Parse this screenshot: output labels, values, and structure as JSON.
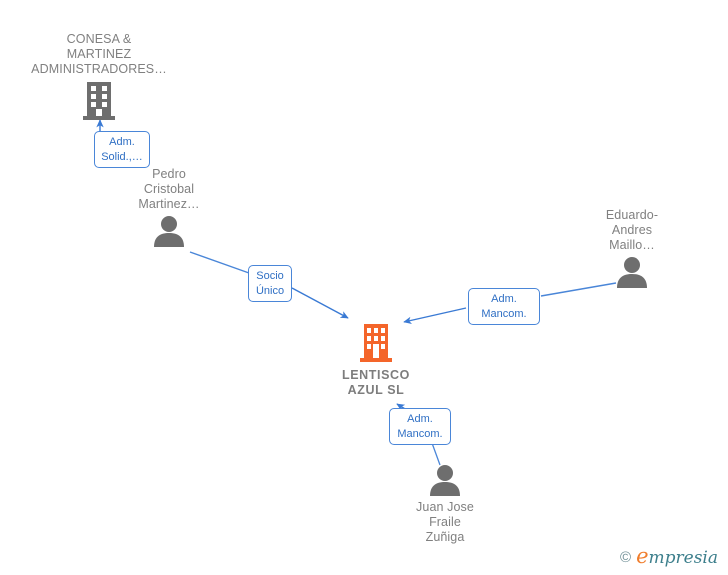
{
  "diagram": {
    "title_company": "LENTISCO AZUL  SL",
    "nodes": [
      {
        "id": "conesa",
        "type": "company",
        "label": "CONESA &\nMARTINEZ\nADMINISTRADORES…",
        "label_lines": [
          "CONESA &",
          "MARTINEZ",
          "ADMINISTRADORES…"
        ],
        "icon": "building-icon",
        "color": "#6e6e6e"
      },
      {
        "id": "pedro",
        "type": "person",
        "label_lines": [
          "Pedro",
          "Cristobal",
          "Martinez…"
        ],
        "icon": "person-icon",
        "color": "#6e6e6e"
      },
      {
        "id": "lentisco",
        "type": "company",
        "label_lines": [
          "LENTISCO",
          "AZUL  SL"
        ],
        "icon": "building-icon",
        "color": "#f4652a"
      },
      {
        "id": "eduardo",
        "type": "person",
        "label_lines": [
          "Eduardo-",
          "Andres",
          "Maillo…"
        ],
        "icon": "person-icon",
        "color": "#6e6e6e"
      },
      {
        "id": "juanjose",
        "type": "person",
        "label_lines": [
          "Juan Jose",
          "Fraile",
          "Zuñiga"
        ],
        "icon": "person-icon",
        "color": "#6e6e6e"
      }
    ],
    "edges": [
      {
        "id": "edge-conesa-pedro",
        "from": "pedro",
        "to": "conesa",
        "label_lines": [
          "Adm.",
          "Solid.,…"
        ],
        "color": "#4a86d8"
      },
      {
        "id": "edge-pedro-lentisco",
        "from": "pedro",
        "to": "lentisco",
        "label_lines": [
          "Socio",
          "Único"
        ],
        "color": "#4a86d8"
      },
      {
        "id": "edge-eduardo-lentisco",
        "from": "eduardo",
        "to": "lentisco",
        "label_lines": [
          "Adm.",
          "Mancom."
        ],
        "color": "#4a86d8"
      },
      {
        "id": "edge-juanjose-lentisco",
        "from": "juanjose",
        "to": "lentisco",
        "label_lines": [
          "Adm.",
          "Mancom."
        ],
        "color": "#4a86d8"
      }
    ]
  },
  "watermark": {
    "copyright": "©",
    "brand_initial": "e",
    "brand_rest": "mpresia",
    "brand_color": "#3d7f8c",
    "accent_color": "#f07d2c"
  }
}
